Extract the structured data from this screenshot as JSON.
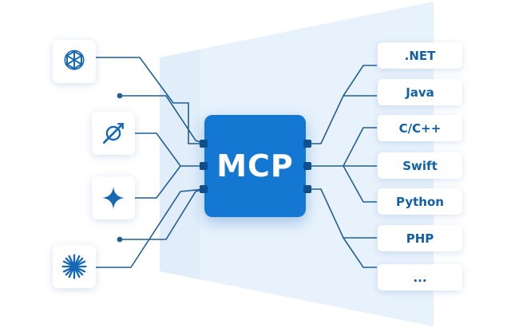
{
  "chip": {
    "label": "MCP"
  },
  "clients": [
    {
      "icon": "openai-knot-icon"
    },
    {
      "icon": "satellite-orbit-icon"
    },
    {
      "icon": "four-point-star-icon"
    },
    {
      "icon": "asterisk-burst-icon"
    }
  ],
  "languages": [
    ".NET",
    "Java",
    "C/C++",
    "Swift",
    "Python",
    "PHP",
    "..."
  ],
  "colors": {
    "accent": "#1477d2",
    "connector": "#1f5f95",
    "label": "#1260a6",
    "plane": "#e6f1fb"
  }
}
